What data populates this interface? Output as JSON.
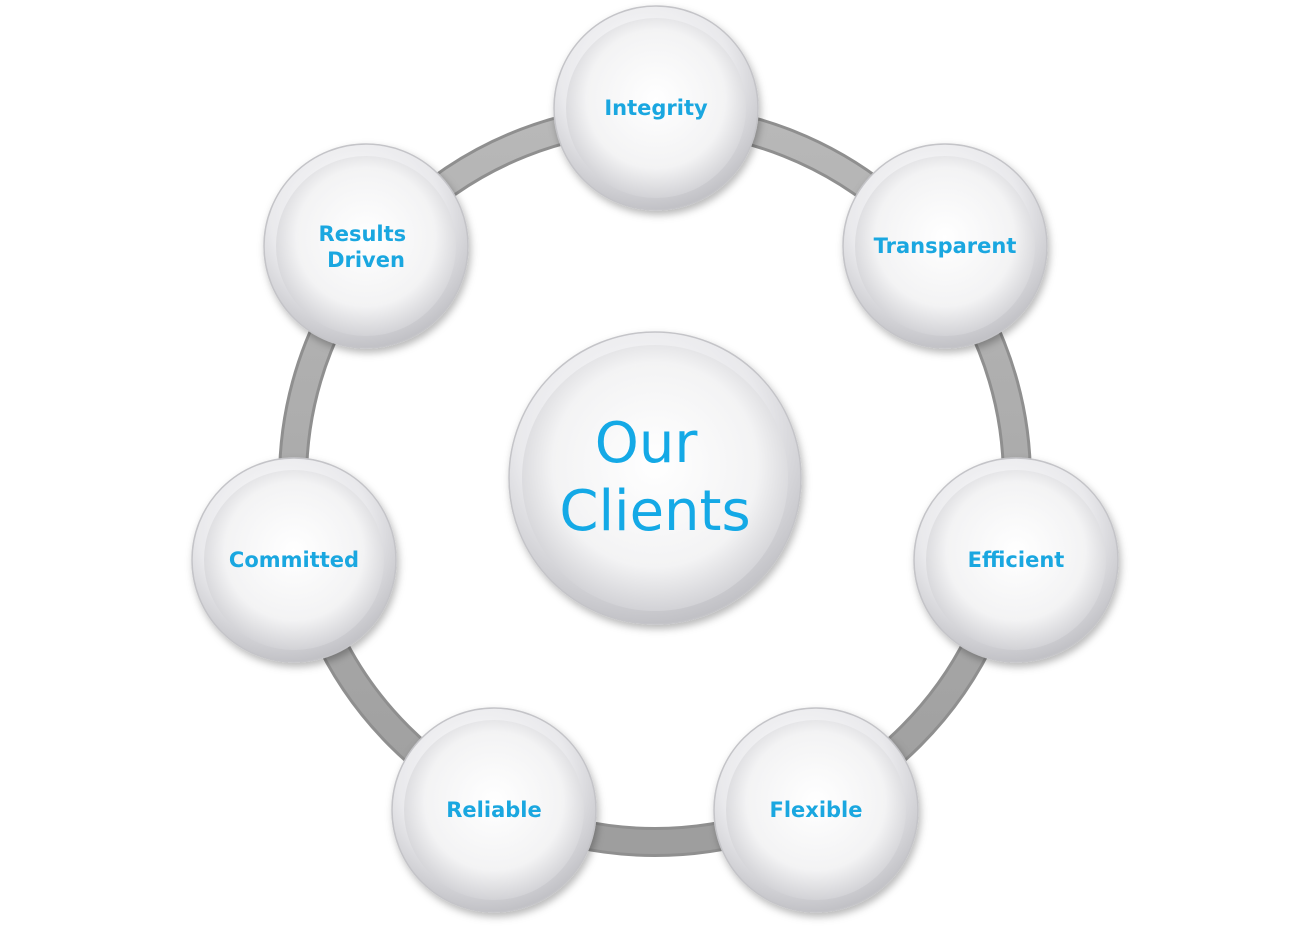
{
  "center": {
    "lines": [
      "Our",
      "Clients"
    ]
  },
  "nodes": [
    {
      "id": "integrity",
      "lines": [
        "Integrity"
      ]
    },
    {
      "id": "transparent",
      "lines": [
        "Transparent"
      ]
    },
    {
      "id": "efficient",
      "lines": [
        "Efficient"
      ]
    },
    {
      "id": "flexible",
      "lines": [
        "Flexible"
      ]
    },
    {
      "id": "reliable",
      "lines": [
        "Reliable"
      ]
    },
    {
      "id": "committed",
      "lines": [
        "Committed"
      ]
    },
    {
      "id": "results-driven",
      "lines": [
        "Results",
        "Driven"
      ]
    }
  ],
  "colors": {
    "text": "#1aa7e0",
    "ring": "#a9a9a9",
    "circle_light": "#ffffff",
    "circle_dark": "#cfcfd2"
  }
}
